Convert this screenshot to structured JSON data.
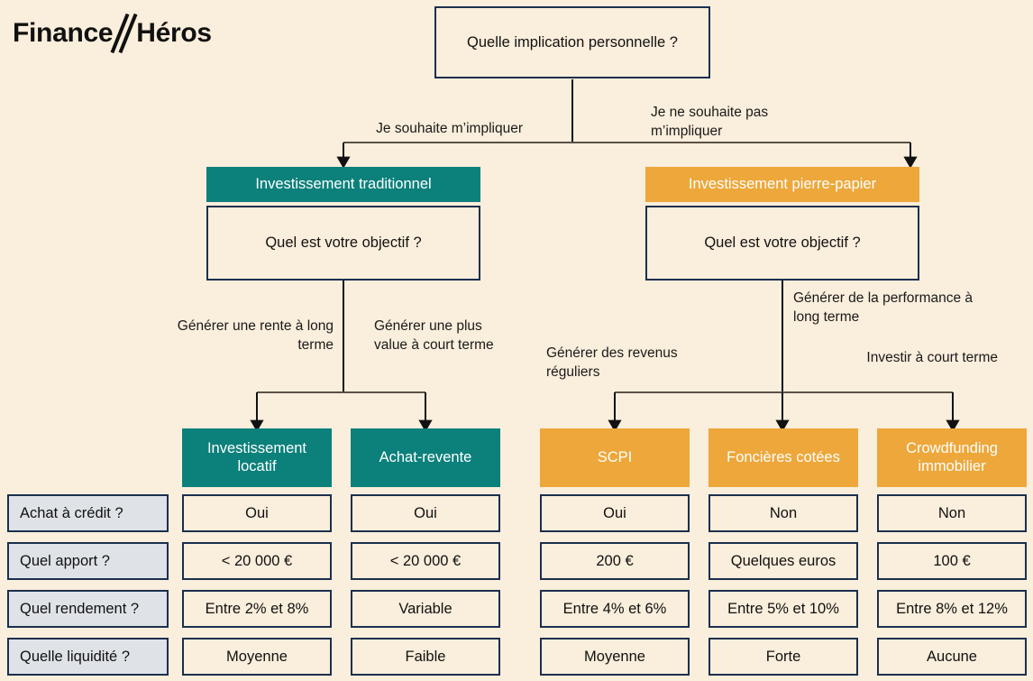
{
  "brand": {
    "name_left": "Finance",
    "name_right": "Héros",
    "divider_icon": "double-slash-icon"
  },
  "theme": {
    "background": "#FAEEDC",
    "border_navy": "#1C2F4E",
    "teal": "#0C807B",
    "orange": "#EDA73A",
    "row_label_fill": "#DFE3E8",
    "connector": "#5A5248",
    "text": "#111111"
  },
  "diagram": {
    "type": "decision-tree",
    "root": {
      "label": "Quelle implication personnelle ?"
    },
    "root_edges": [
      {
        "label": "Je souhaite m’impliquer",
        "target": "traditionnel"
      },
      {
        "label": "Je ne souhaite pas m’impliquer",
        "target": "pierre-papier"
      }
    ],
    "branches": [
      {
        "id": "traditionnel",
        "header": "Investissement traditionnel",
        "color": "teal",
        "question": "Quel est votre objectif ?",
        "edges": [
          {
            "label": "Générer une rente à long terme",
            "align": "right",
            "target": "investissement-locatif"
          },
          {
            "label": "Générer une plus value à court terme",
            "align": "left",
            "target": "achat-revente"
          }
        ]
      },
      {
        "id": "pierre-papier",
        "header": "Investissement pierre-papier",
        "color": "orange",
        "question": "Quel est votre objectif ?",
        "edges": [
          {
            "label": "Générer des revenus réguliers",
            "align": "left",
            "target": "scpi"
          },
          {
            "label": "Générer de la performance à long terme",
            "align": "left",
            "target": "foncieres-cotees"
          },
          {
            "label": "Investir à court terme",
            "align": "right",
            "target": "crowdfunding-immobilier"
          }
        ]
      }
    ]
  },
  "comparison_table": {
    "row_labels": [
      "Achat à crédit ?",
      "Quel apport ?",
      "Quel rendement ?",
      "Quelle liquidité ?"
    ],
    "columns": [
      {
        "id": "investissement-locatif",
        "header": "Investissement locatif",
        "color": "teal",
        "values": [
          "Oui",
          "< 20 000 €",
          "Entre 2% et 8%",
          "Moyenne"
        ]
      },
      {
        "id": "achat-revente",
        "header": "Achat-revente",
        "color": "teal",
        "values": [
          "Oui",
          "< 20 000 €",
          "Variable",
          "Faible"
        ]
      },
      {
        "id": "scpi",
        "header": "SCPI",
        "color": "orange",
        "values": [
          "Oui",
          "200 €",
          "Entre 4% et 6%",
          "Moyenne"
        ]
      },
      {
        "id": "foncieres-cotees",
        "header": "Foncières cotées",
        "color": "orange",
        "values": [
          "Non",
          "Quelques euros",
          "Entre 5% et 10%",
          "Forte"
        ]
      },
      {
        "id": "crowdfunding-immobilier",
        "header": "Crowdfunding immobilier",
        "color": "orange",
        "values": [
          "Non",
          "100 €",
          "Entre 8% et 12%",
          "Aucune"
        ]
      }
    ]
  }
}
